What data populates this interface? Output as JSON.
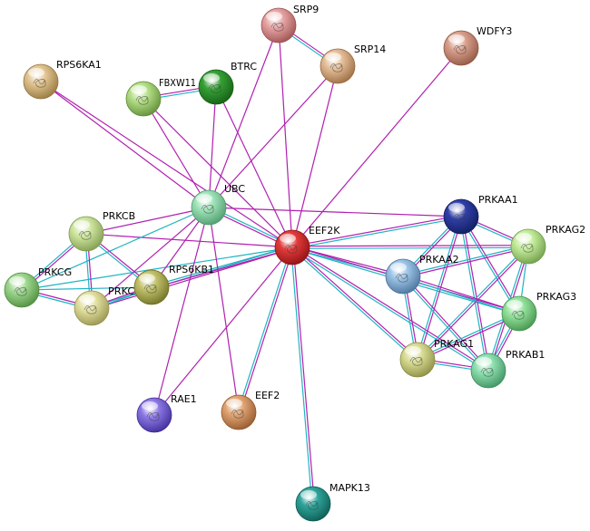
{
  "colors": {
    "experimental": "#b020b0",
    "database": "#1fb4c4",
    "label": "#000000"
  },
  "nodes": [
    {
      "id": "SRP9",
      "label": "SRP9",
      "color": "#e6a4a4",
      "dark": "#9c4f4f"
    },
    {
      "id": "WDFY3",
      "label": "WDFY3",
      "color": "#d9a08c",
      "dark": "#8f5643"
    },
    {
      "id": "SRP14",
      "label": "SRP14",
      "color": "#e4bf9a",
      "dark": "#9a6a3f"
    },
    {
      "id": "RPS6KA1",
      "label": "RPS6KA1",
      "color": "#e2c592",
      "dark": "#95763f"
    },
    {
      "id": "FBXW11",
      "label": "FBXW11",
      "color": "#b5df88",
      "dark": "#5f8c36"
    },
    {
      "id": "BTRC",
      "label": "BTRC",
      "color": "#35a035",
      "dark": "#155e15"
    },
    {
      "id": "UBC",
      "label": "UBC",
      "color": "#9fe3b8",
      "dark": "#4d9a6c"
    },
    {
      "id": "EEF2K",
      "label": "EEF2K",
      "color": "#e23a3a",
      "dark": "#8c1212"
    },
    {
      "id": "PRKCB",
      "label": "PRKCB",
      "color": "#cfe6a0",
      "dark": "#7f9a4e"
    },
    {
      "id": "PRKCG",
      "label": "PRKCG",
      "color": "#9fd88f",
      "dark": "#4e8c3f"
    },
    {
      "id": "PRKCA",
      "label": "PRKCA",
      "color": "#e2e0a0",
      "dark": "#96934e"
    },
    {
      "id": "RPS6KB1",
      "label": "RPS6KB1",
      "color": "#c2c26c",
      "dark": "#6f6f26"
    },
    {
      "id": "PRKAA1",
      "label": "PRKAA1",
      "color": "#2f3fa8",
      "dark": "#121c5c"
    },
    {
      "id": "PRKAG2",
      "label": "PRKAG2",
      "color": "#c4ec9c",
      "dark": "#6e9c48"
    },
    {
      "id": "PRKAA2",
      "label": "PRKAA2",
      "color": "#9cc4e6",
      "dark": "#4a729a"
    },
    {
      "id": "PRKAG3",
      "label": "PRKAG3",
      "color": "#94e29c",
      "dark": "#43924c"
    },
    {
      "id": "PRKAG1",
      "label": "PRKAG1",
      "color": "#d9dc94",
      "dark": "#8a8c43"
    },
    {
      "id": "PRKAB1",
      "label": "PRKAB1",
      "color": "#8fe0b0",
      "dark": "#3f9060"
    },
    {
      "id": "RAE1",
      "label": "RAE1",
      "color": "#8c78e4",
      "dark": "#3e2c96"
    },
    {
      "id": "EEF2",
      "label": "EEF2",
      "color": "#e0a474",
      "dark": "#92582c"
    },
    {
      "id": "MAPK13",
      "label": "MAPK13",
      "color": "#2ea49a",
      "dark": "#0e5a52"
    }
  ],
  "edges": [
    [
      "EEF2K",
      "SRP9",
      "e"
    ],
    [
      "EEF2K",
      "SRP14",
      "e"
    ],
    [
      "EEF2K",
      "WDFY3",
      "e"
    ],
    [
      "EEF2K",
      "RPS6KA1",
      "e"
    ],
    [
      "EEF2K",
      "FBXW11",
      "e"
    ],
    [
      "EEF2K",
      "BTRC",
      "e"
    ],
    [
      "EEF2K",
      "UBC",
      "ed"
    ],
    [
      "EEF2K",
      "PRKCB",
      "e"
    ],
    [
      "EEF2K",
      "PRKCG",
      "d"
    ],
    [
      "EEF2K",
      "PRKCA",
      "ed"
    ],
    [
      "EEF2K",
      "RPS6KB1",
      "ed"
    ],
    [
      "EEF2K",
      "PRKAA1",
      "ed"
    ],
    [
      "EEF2K",
      "PRKAA2",
      "ed"
    ],
    [
      "EEF2K",
      "PRKAG2",
      "ed"
    ],
    [
      "EEF2K",
      "PRKAG3",
      "ed"
    ],
    [
      "EEF2K",
      "PRKAG1",
      "ed"
    ],
    [
      "EEF2K",
      "PRKAB1",
      "ed"
    ],
    [
      "EEF2K",
      "RAE1",
      "e"
    ],
    [
      "EEF2K",
      "EEF2",
      "ed"
    ],
    [
      "EEF2K",
      "MAPK13",
      "ed"
    ],
    [
      "SRP9",
      "SRP14",
      "ed"
    ],
    [
      "SRP9",
      "UBC",
      "e"
    ],
    [
      "SRP14",
      "UBC",
      "e"
    ],
    [
      "FBXW11",
      "BTRC",
      "ed"
    ],
    [
      "FBXW11",
      "UBC",
      "e"
    ],
    [
      "BTRC",
      "UBC",
      "e"
    ],
    [
      "RPS6KA1",
      "UBC",
      "e"
    ],
    [
      "UBC",
      "PRKCB",
      "e"
    ],
    [
      "UBC",
      "PRKCA",
      "e"
    ],
    [
      "UBC",
      "RPS6KB1",
      "e"
    ],
    [
      "UBC",
      "RAE1",
      "e"
    ],
    [
      "UBC",
      "EEF2",
      "e"
    ],
    [
      "UBC",
      "PRKAA1",
      "e"
    ],
    [
      "UBC",
      "PRKCG",
      "d"
    ],
    [
      "PRKCB",
      "PRKCG",
      "ed"
    ],
    [
      "PRKCB",
      "PRKCA",
      "ed"
    ],
    [
      "PRKCB",
      "RPS6KB1",
      "ed"
    ],
    [
      "PRKCG",
      "PRKCA",
      "ed"
    ],
    [
      "PRKCG",
      "RPS6KB1",
      "d"
    ],
    [
      "PRKCA",
      "RPS6KB1",
      "ed"
    ],
    [
      "PRKAA1",
      "PRKAG2",
      "ed"
    ],
    [
      "PRKAA1",
      "PRKAA2",
      "ed"
    ],
    [
      "PRKAA1",
      "PRKAG3",
      "ed"
    ],
    [
      "PRKAA1",
      "PRKAG1",
      "ed"
    ],
    [
      "PRKAA1",
      "PRKAB1",
      "ed"
    ],
    [
      "PRKAG2",
      "PRKAA2",
      "ed"
    ],
    [
      "PRKAG2",
      "PRKAG3",
      "d"
    ],
    [
      "PRKAG2",
      "PRKAG1",
      "ed"
    ],
    [
      "PRKAG2",
      "PRKAB1",
      "ed"
    ],
    [
      "PRKAA2",
      "PRKAG3",
      "ed"
    ],
    [
      "PRKAA2",
      "PRKAG1",
      "ed"
    ],
    [
      "PRKAA2",
      "PRKAB1",
      "ed"
    ],
    [
      "PRKAG3",
      "PRKAG1",
      "ed"
    ],
    [
      "PRKAG3",
      "PRKAB1",
      "ed"
    ],
    [
      "PRKAG1",
      "PRKAB1",
      "ed"
    ]
  ]
}
